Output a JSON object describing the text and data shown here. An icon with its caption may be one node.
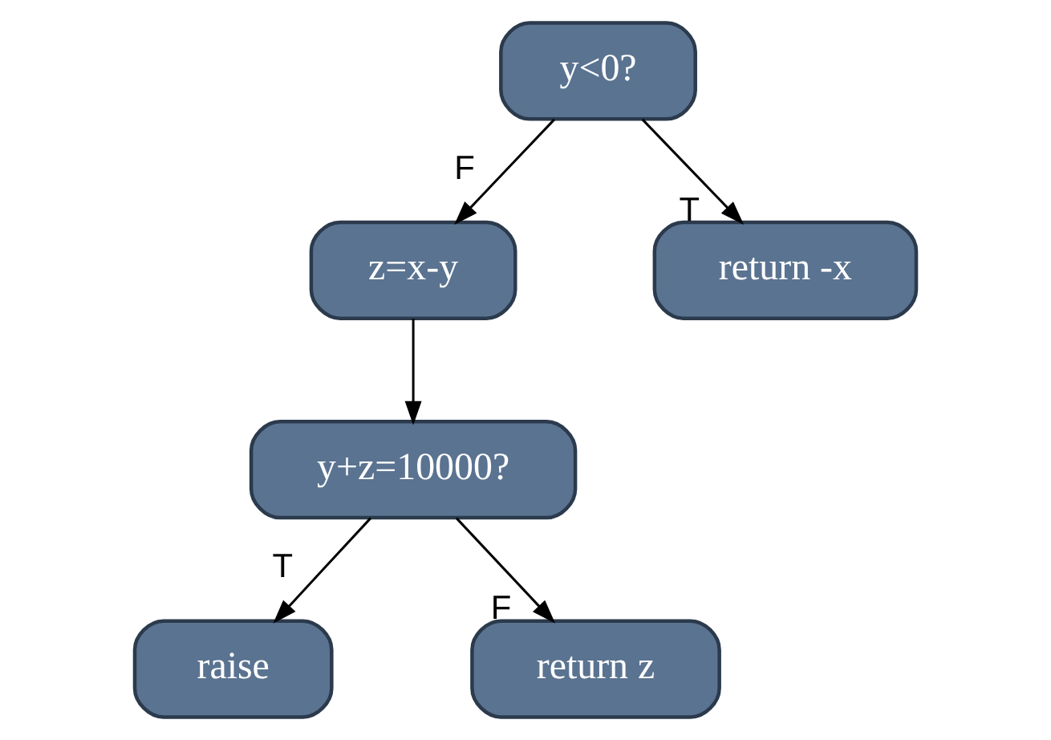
{
  "diagram": {
    "nodes": [
      {
        "text": [
          "y<0?"
        ]
      },
      {
        "text": [
          "z=x-y"
        ]
      },
      {
        "text": [
          "return -x"
        ]
      },
      {
        "text": [
          "y+z=10000?"
        ]
      },
      {
        "text": [
          "raise"
        ]
      },
      {
        "text": [
          "return z"
        ]
      }
    ],
    "edges": [
      {
        "from": 0,
        "to": 1,
        "arrow": "to",
        "label": "F"
      },
      {
        "from": 0,
        "to": 2,
        "arrow": "to",
        "label": "T"
      },
      {
        "from": 1,
        "to": 3,
        "arrow": "to"
      },
      {
        "from": 3,
        "to": 4,
        "arrow": "to",
        "label": "T"
      },
      {
        "from": 3,
        "to": 5,
        "arrow": "to",
        "label": "F"
      }
    ]
  }
}
